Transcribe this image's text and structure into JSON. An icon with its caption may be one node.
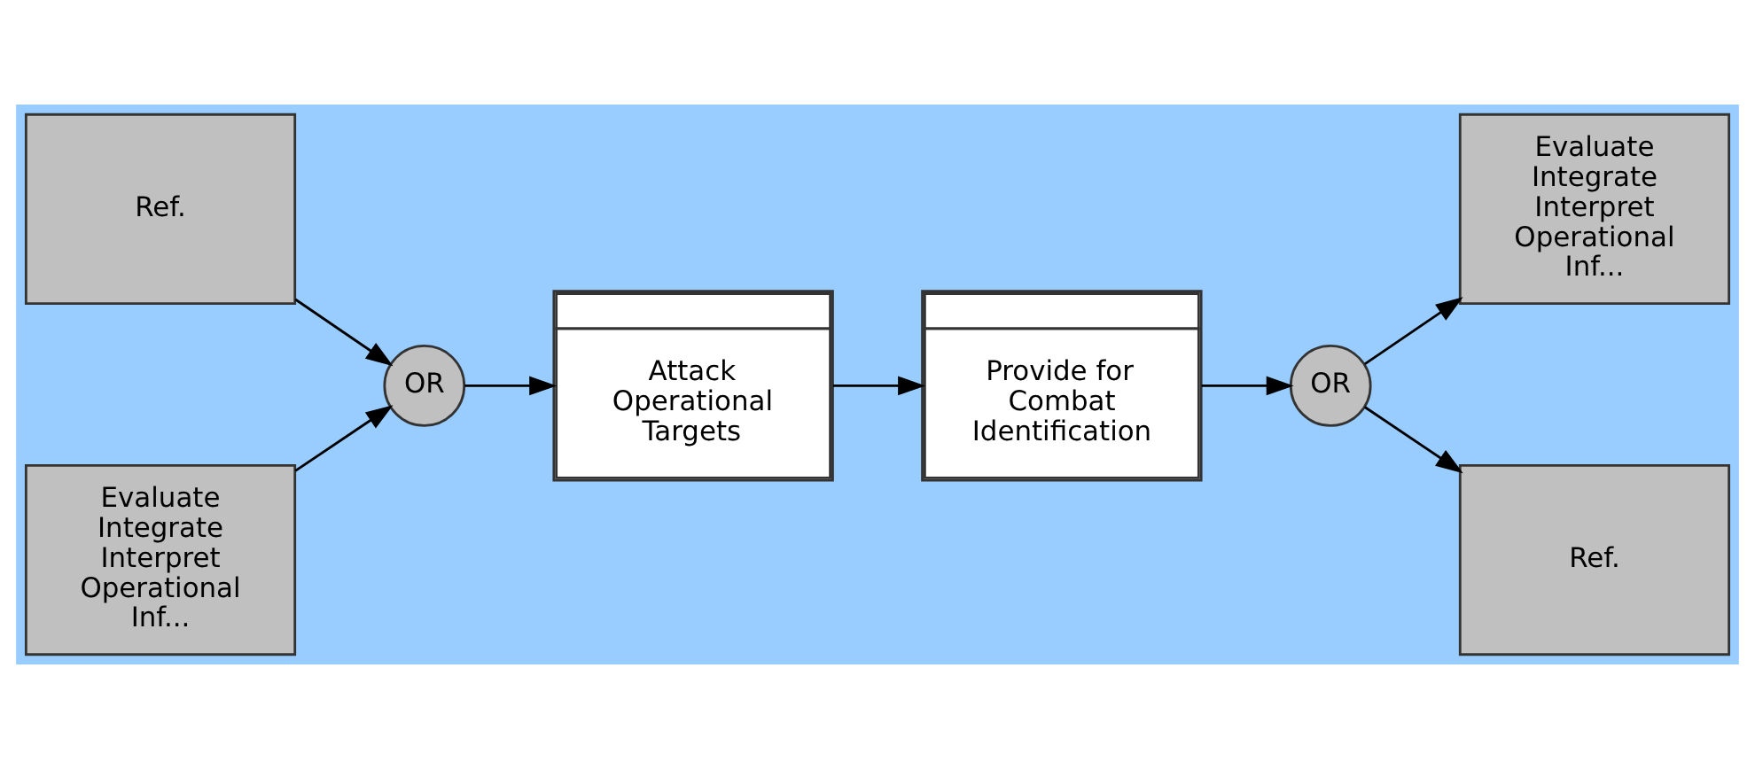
{
  "diagram": {
    "nodes": [
      {
        "text": [
          "Ref."
        ]
      },
      {
        "text": [
          "Evaluate Integrate Interpret Operational Inf..."
        ]
      },
      {
        "text": [
          "OR"
        ]
      },
      {
        "text": [
          "Attack Operational Targets"
        ]
      },
      {
        "text": [
          "Provide for Combat Identification"
        ]
      },
      {
        "text": [
          "OR"
        ]
      },
      {
        "text": [
          "Evaluate Integrate Interpret Operational Inf..."
        ]
      },
      {
        "text": [
          "Ref."
        ]
      }
    ],
    "edges": [
      {
        "from": 0,
        "to": 2,
        "arrow": "to"
      },
      {
        "from": 1,
        "to": 2,
        "arrow": "to"
      },
      {
        "from": 2,
        "to": 3,
        "arrow": "to"
      },
      {
        "from": 3,
        "to": 4,
        "arrow": "to"
      },
      {
        "from": 4,
        "to": 5,
        "arrow": "to"
      },
      {
        "from": 5,
        "to": 6,
        "arrow": "to"
      },
      {
        "from": 5,
        "to": 7,
        "arrow": "to"
      }
    ]
  }
}
